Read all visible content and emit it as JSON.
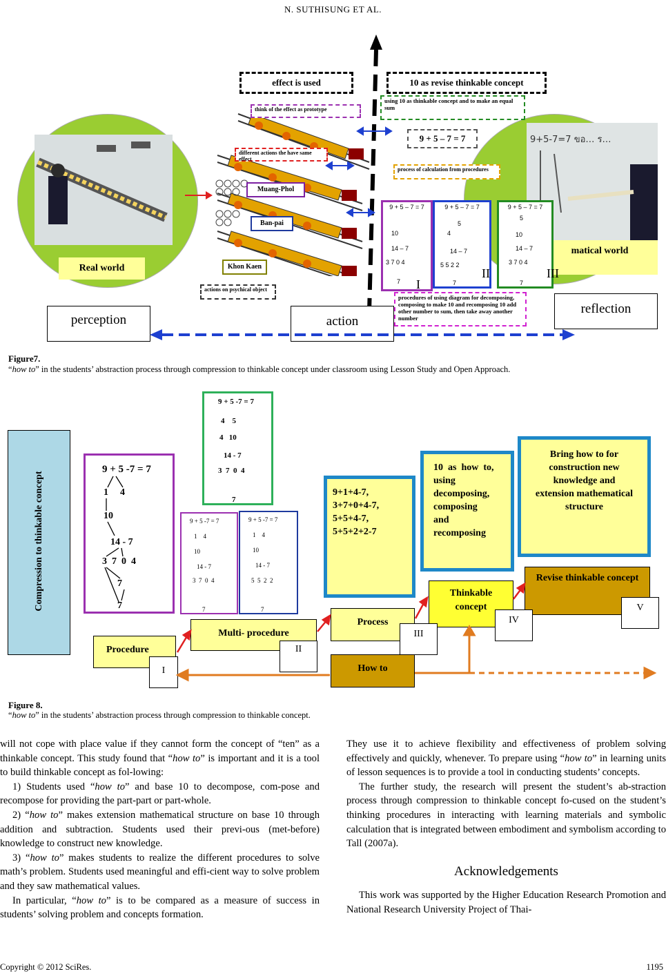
{
  "header": {
    "running_head": "N. SUTHISUNG   ET   AL."
  },
  "figure7": {
    "left_circle_label": "Real world",
    "right_circle_label": "matical world",
    "effect_box": "effect is used",
    "revise_box": "10 as revise thinkable concept",
    "prototype_box": "think of the effect as prototype",
    "same_effect_box": "different actions the have same effect",
    "muang_phol": "Muang-Phol",
    "ban_pai": "Ban-pai",
    "khon_kaen": "Khon Kaen",
    "psychical_box": "actions on psychical object",
    "using10_box": "using 10 as thinkable concept and to make an equal sum",
    "equation": "9 + 5 – 7 = 7",
    "process_box": "process of calculation from procedures",
    "procedures_box": "procedures of using diagram for decomposing, composing to make 10 and recomposing 10 add other number to sum, then take away another number",
    "stage_perception": "perception",
    "stage_action": "action",
    "stage_reflection": "reflection",
    "roman_I": "I",
    "roman_II": "II",
    "roman_III": "III",
    "diagram_eq": "9 + 5 – 7 = 7",
    "mini_10": "10",
    "mini_14": "14 – 7",
    "mini_7": "7",
    "mini_4": "4",
    "mini_5": "5",
    "mini_370": "3  7  0  4",
    "mini_522": "5  5  2  2",
    "caption_title": "Figure7.",
    "caption_quote_open": "“",
    "caption_how": "how to",
    "caption_rest": "” in the students’ abstraction process through compression to thinkable concept under classroom using Lesson Study and Open Approach."
  },
  "figure8": {
    "vertical_label": "Compression to thinkable concept",
    "big_eq": "9 + 5 -7 = 7",
    "big_1": "1",
    "big_4": "4",
    "big_10": "10",
    "big_14": "14 - 7",
    "big_370": "3  7  0  4",
    "big_7a": "7",
    "big_7b": "7",
    "green_eq": "9 + 5 -7 = 7",
    "green_45": "4    5",
    "green_410": "4   10",
    "green_14": "14 - 7",
    "green_370": "3  7  0  4",
    "green_7": "7",
    "d2_eq": "9 + 5 -7 = 7",
    "d2_14": "1    4",
    "d2_10": "10",
    "d2_147": "14 - 7",
    "d2_370": "3  7  0  4",
    "d2_7": "7",
    "d3_eq": "9 + 5 -7 = 7",
    "d3_14": "1    4",
    "d3_10": "10",
    "d3_147": "14 - 7",
    "d3_522": "5  5  2  2",
    "d3_7": "7",
    "sums_lines": [
      "9+1+4-7,",
      "3+7+0+4-7,",
      "5+5+4-7,",
      "5+5+2+2-7"
    ],
    "ten_howto_lines": [
      "10  as  how  to,",
      "using",
      "decomposing,",
      "composing",
      "and",
      "recomposing"
    ],
    "bring_box": "Bring how to for construction new knowledge and extension mathematical structure",
    "revise_box": "Revise thinkable concept",
    "thinkable_box": "Thinkable concept",
    "process_box": "Process",
    "multi_box": "Multi- procedure",
    "procedure_box": "Procedure",
    "howto_box": "How to",
    "roman_I": "I",
    "roman_II": "II",
    "roman_III": "III",
    "roman_IV": "IV",
    "roman_V": "V",
    "caption_title": "Figure 8.",
    "caption_quote_open": "“",
    "caption_how": "how to",
    "caption_rest": "” in the students’ abstraction process through compression to thinkable concept."
  },
  "body": {
    "left_p1_a": "will not cope with place value if they cannot form the concept of “ten” as a thinkable concept. This study found that “",
    "left_p1_how": "how to",
    "left_p1_b": "” is important and it is a tool to build thinkable concept as fol-lowing:",
    "left_p2_a": "1) Students used “",
    "left_p2_how": "how to",
    "left_p2_b": "” and base 10 to decompose, com-pose and recompose for providing the part-part or part-whole.",
    "left_p3_a": "2) “",
    "left_p3_how": "how to",
    "left_p3_b": "” makes extension mathematical structure on base 10 through addition and subtraction. Students used their previ-ous (met-before) knowledge to construct new knowledge.",
    "left_p4_a": "3) “",
    "left_p4_how": "how to",
    "left_p4_b": "” makes students to realize the different procedures to solve math’s problem. Students used meaningful and effi-cient way to solve problem and they saw mathematical values.",
    "left_p5_a": "In particular, “",
    "left_p5_how": "how to",
    "left_p5_b": "” is to be compared as a measure of success in students’ solving problem and concepts formation.",
    "right_p1_a": "They use it to achieve flexibility and effectiveness of problem solving effectively and quickly, whenever. To prepare using “",
    "right_p1_how": "how to",
    "right_p1_b": "” in learning units of lesson sequences is to provide a tool in conducting students’ concepts.",
    "right_p2": "The further study, the research will present the student’s ab-straction process through compression to thinkable concept fo-cused on the student’s thinking procedures in interacting with learning materials and symbolic calculation that is integrated between embodiment and symbolism according to Tall (2007a).",
    "ack_title": "Acknowledgements",
    "right_p3": "This work was supported by the Higher Education Research Promotion and National Research University Project of Thai-"
  },
  "footer": {
    "copyright": "Copyright © 2012 SciRes.",
    "page": "1195"
  },
  "colors": {
    "green": "#9acd32",
    "yellow": "#ffff99",
    "blue": "#1e88c8",
    "gold": "#cc9900",
    "lightblue": "#add8e6",
    "orange": "#e07b20",
    "red": "#e02020"
  }
}
